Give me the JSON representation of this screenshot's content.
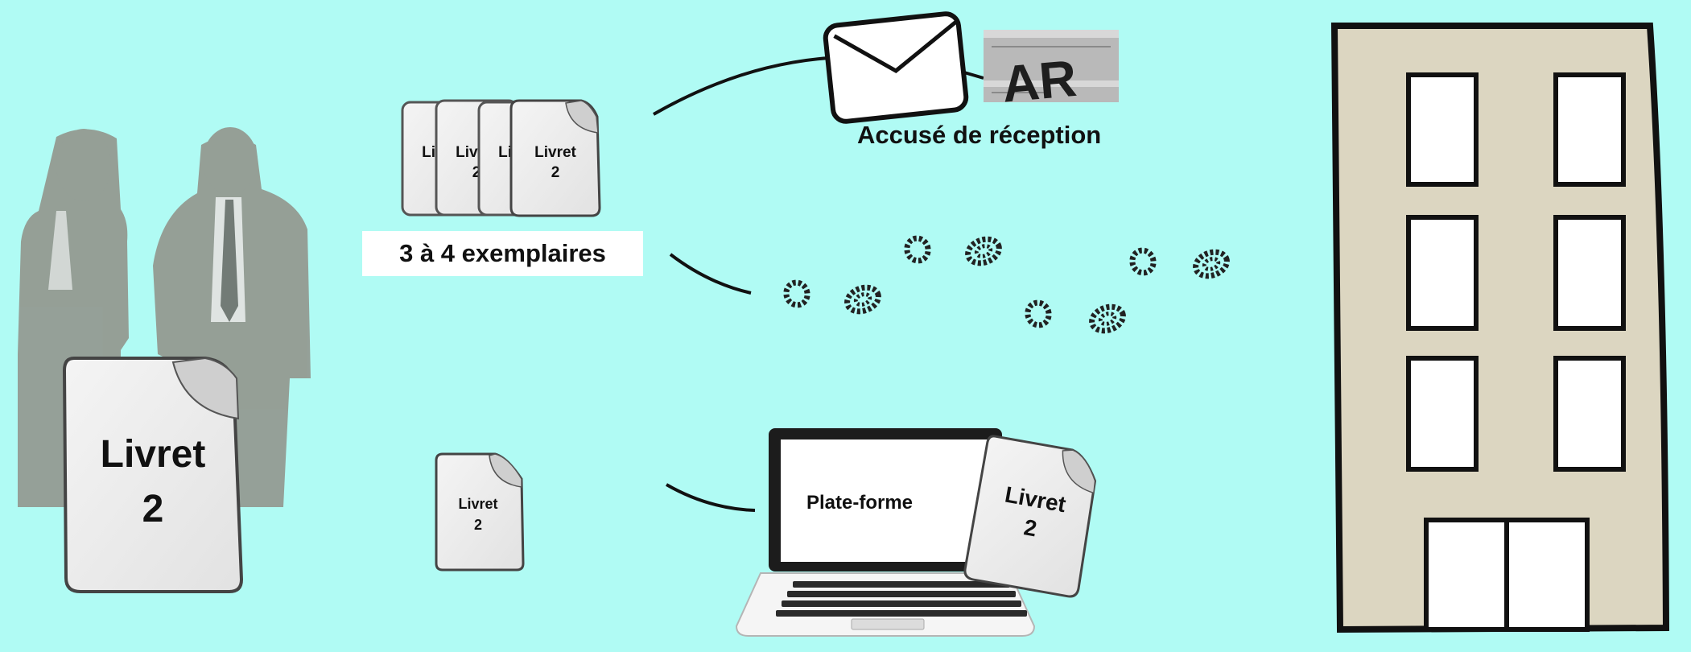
{
  "booklet": {
    "title": "Livret",
    "number": "2"
  },
  "copies_label": "3 à 4 exemplaires",
  "registered_mail": {
    "caption": "Accusé de réception",
    "stamp_text": "AR"
  },
  "platform_label": "Plate-forme",
  "colors": {
    "background": "#b0fbf4",
    "building_facade": "#dcd6c1",
    "document_fill": "#eeeeee",
    "people_silhouette": "#949b92"
  }
}
